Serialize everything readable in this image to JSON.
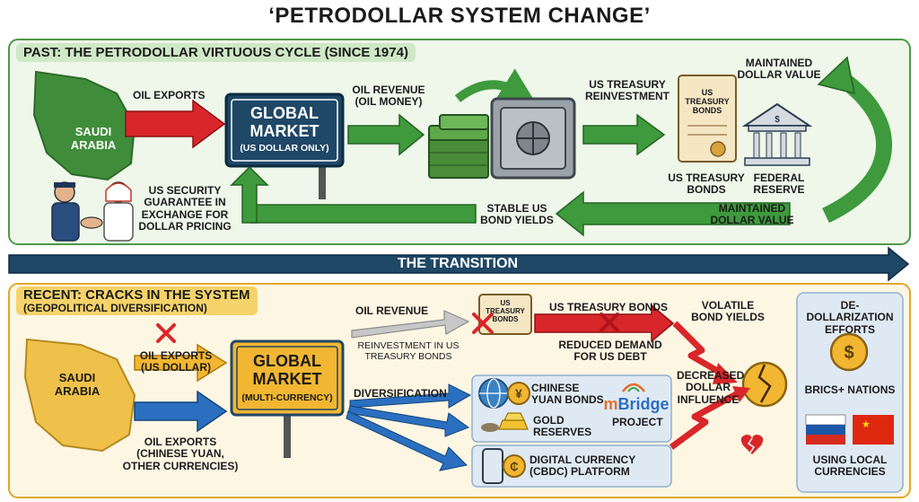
{
  "title": "‘PETRODOLLAR SYSTEM CHANGE’",
  "past": {
    "banner": "PAST: THE PETRODOLLAR VIRTUOUS CYCLE (SINCE 1974)",
    "country": "SAUDI ARABIA",
    "oil_exports": "OIL EXPORTS",
    "market_title": "GLOBAL MARKET",
    "market_sub": "(US DOLLAR ONLY)",
    "oil_revenue": "OIL REVENUE (OIL MONEY)",
    "reinvestment": "US TREASURY REINVESTMENT",
    "bonds_doc": "US TREASURY BONDS",
    "bonds_label": "US TREASURY BONDS",
    "fed_label": "FEDERAL RESERVE",
    "maintained_top": "MAINTAINED DOLLAR VALUE",
    "maintained_bottom": "MAINTAINED DOLLAR VALUE",
    "stable_yields": "STABLE US BOND YIELDS",
    "security": "US SECURITY GUARANTEE IN EXCHANGE FOR DOLLAR PRICING"
  },
  "transition": "THE TRANSITION",
  "recent": {
    "banner_line1": "RECENT: CRACKS IN THE SYSTEM",
    "banner_line2": "(GEOPOLITICAL DIVERSIFICATION)",
    "country": "SAUDI ARABIA",
    "oil_exports_usd": "OIL EXPORTS (US DOLLAR)",
    "oil_exports_other": "OIL EXPORTS (CHINESE YUAN, OTHER CURRENCIES)",
    "market_title": "GLOBAL MARKET",
    "market_sub": "(MULTI-CURRENCY)",
    "oil_revenue": "OIL REVENUE",
    "reinvestment": "REINVESTMENT IN US TREASURY BONDS",
    "bonds_doc": "US TREASURY BONDS",
    "ust_bonds": "US TREASURY BONDS",
    "reduced_demand": "REDUCED DEMAND FOR US DEBT",
    "volatile": "VOLATILE BOND YIELDS",
    "decreased": "DECREASED DOLLAR INFLUENCE",
    "diversification": "DIVERSIFICATION",
    "yuan_bonds": "CHINESE YUAN BONDS",
    "gold": "GOLD RESERVES",
    "mbridge_m": "m",
    "mbridge_rest": "Bridge",
    "mbridge_project": "PROJECT",
    "cbdc": "DIGITAL CURRENCY (CBDC) PLATFORM",
    "dedollar": "DE-DOLLARIZATION EFFORTS",
    "brics": "BRICS+ NATIONS",
    "local": "USING LOCAL CURRENCIES"
  },
  "colors": {
    "green_arrow": "#3e9a3c",
    "red_arrow": "#d9262a",
    "blue_arrow": "#2a6fc0",
    "navy": "#1f4766",
    "past_bg": "#eef7ea",
    "recent_bg": "#fdf6e3"
  }
}
